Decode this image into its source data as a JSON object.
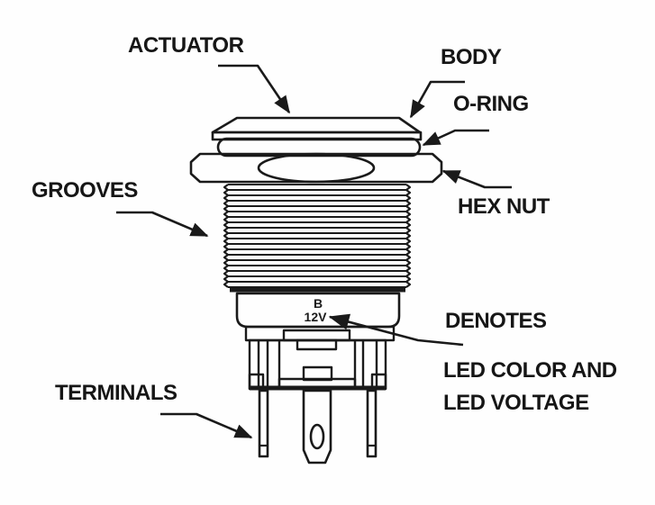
{
  "page": {
    "background": "#ffffff",
    "ink_color": "#1a1a1a"
  },
  "diagram": {
    "subject": "push-button switch part callout diagram",
    "labels": {
      "actuator": "ACTUATOR",
      "body": "BODY",
      "oring": "O-RING",
      "hexnut": "HEX NUT",
      "grooves": "GROOVES",
      "terminals": "TERMINALS",
      "denotes_line1": "DENOTES",
      "denotes_line2": "LED COLOR AND",
      "denotes_line3": "LED VOLTAGE"
    },
    "markings": {
      "led_color_code": "B",
      "led_voltage": "12V"
    }
  }
}
